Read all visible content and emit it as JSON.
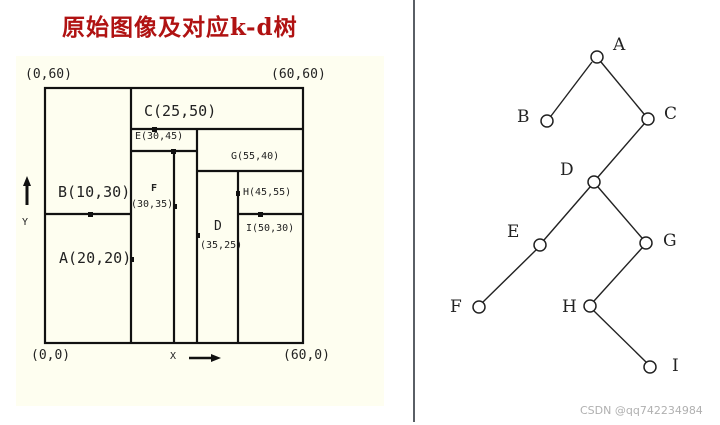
{
  "title": "原始图像及对应k-d树",
  "partition": {
    "corners": {
      "top_left": "(0,60)",
      "top_right": "(60,60)",
      "bottom_left": "(0,0)",
      "bottom_right": "(60,0)"
    },
    "axes": {
      "x_label": "X",
      "y_label": "Y"
    },
    "points": [
      {
        "name": "A",
        "label": "A(20,20)",
        "x": 20,
        "y": 20
      },
      {
        "name": "B",
        "label": "B(10,30)",
        "x": 10,
        "y": 30
      },
      {
        "name": "C",
        "label": "C(25,50)",
        "x": 25,
        "y": 50
      },
      {
        "name": "D",
        "label": "D",
        "coords": "(35,25)",
        "x": 35,
        "y": 25
      },
      {
        "name": "E",
        "label": "E(30,45)",
        "x": 30,
        "y": 45
      },
      {
        "name": "F",
        "label": "F",
        "coords": "(30,35)",
        "x": 30,
        "y": 35
      },
      {
        "name": "G",
        "label": "G(55,40)",
        "x": 55,
        "y": 40
      },
      {
        "name": "H",
        "label": "H(45,55)",
        "x": 45,
        "y": 55
      },
      {
        "name": "I",
        "label": "I(50,30)",
        "x": 50,
        "y": 30
      }
    ],
    "colors": {
      "background": "#fefef0",
      "lines": "#111111"
    }
  },
  "tree": {
    "nodes": [
      {
        "id": "A",
        "label": "A"
      },
      {
        "id": "B",
        "label": "B"
      },
      {
        "id": "C",
        "label": "C"
      },
      {
        "id": "D",
        "label": "D"
      },
      {
        "id": "E",
        "label": "E"
      },
      {
        "id": "G",
        "label": "G"
      },
      {
        "id": "F",
        "label": "F"
      },
      {
        "id": "H",
        "label": "H"
      },
      {
        "id": "I",
        "label": "I"
      }
    ],
    "edges": [
      [
        "A",
        "B"
      ],
      [
        "A",
        "C"
      ],
      [
        "C",
        "D"
      ],
      [
        "D",
        "E"
      ],
      [
        "D",
        "G"
      ],
      [
        "E",
        "F"
      ],
      [
        "G",
        "H"
      ],
      [
        "H",
        "I"
      ]
    ]
  },
  "watermark": "CSDN @qq742234984"
}
